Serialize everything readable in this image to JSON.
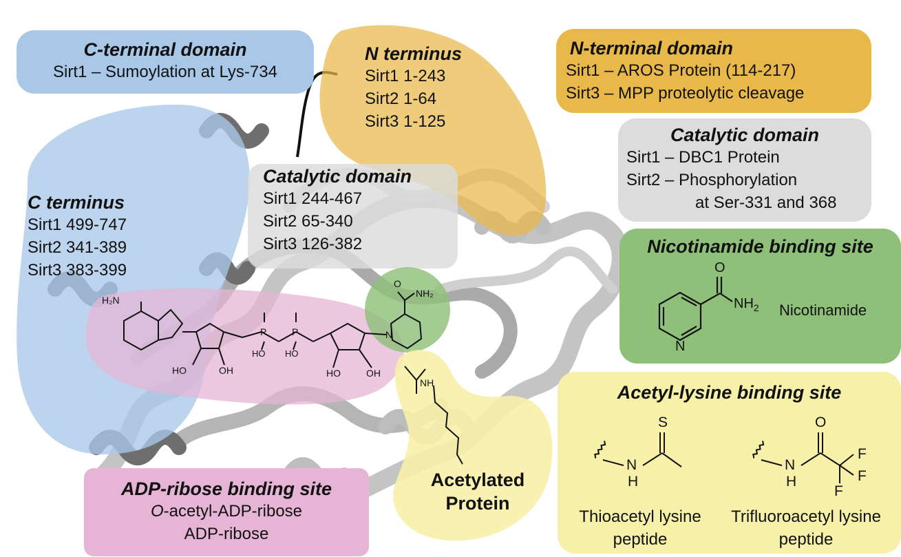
{
  "colors": {
    "blue": "#a9c8e8",
    "orange": "#e8b94a",
    "gray": "#dcdcdc",
    "green": "#8fc07a",
    "yellow": "#f7f0a8",
    "pink": "#e6b5d6",
    "protein": "#b9b9b9",
    "protein_dark": "#5a5a5a"
  },
  "protein_regions": {
    "c_terminus": {
      "title": "C  terminus",
      "lines": [
        "Sirt1 499-747",
        "Sirt2 341-389",
        "Sirt3 383-399"
      ]
    },
    "n_terminus": {
      "title": "N  terminus",
      "lines": [
        "Sirt1 1-243",
        "Sirt2 1-64",
        "Sirt3 1-125"
      ]
    },
    "catalytic": {
      "title": "Catalytic domain",
      "lines": [
        "Sirt1 244-467",
        "Sirt2 65-340",
        "Sirt3 126-382"
      ]
    }
  },
  "panels": {
    "c_terminal_domain": {
      "title": "C-terminal domain",
      "lines": [
        "Sirt1 – Sumoylation at Lys-734"
      ]
    },
    "n_terminal_domain": {
      "title": "N-terminal domain",
      "lines": [
        "Sirt1 – AROS Protein (114-217)",
        "Sirt3 – MPP proteolytic cleavage"
      ]
    },
    "catalytic_domain": {
      "title": "Catalytic domain",
      "lines": [
        "Sirt1 – DBC1 Protein",
        "Sirt2 – Phosphorylation",
        "at Ser-331 and 368"
      ]
    },
    "nicotinamide_site": {
      "title": "Nicotinamide binding site",
      "compound": "Nicotinamide",
      "atom_o": "O",
      "atom_nh2": "NH",
      "atom_sub": "2",
      "atom_n": "N"
    },
    "acetyl_lysine_site": {
      "title": "Acetyl-lysine binding site",
      "left_name": "Thioacetyl lysine",
      "left_name2": "peptide",
      "right_name": "Trifluoroacetyl lysine",
      "right_name2": "peptide",
      "atom_s": "S",
      "atom_o": "O",
      "atom_n": "N",
      "atom_h": "H",
      "atom_f": "F"
    },
    "adp_ribose_site": {
      "title": "ADP-ribose binding site",
      "line1_italic": "O",
      "line1_rest": "-acetyl-ADP-ribose",
      "line2": "ADP-ribose"
    }
  },
  "acetylated_protein": {
    "line1": "Acetylated",
    "line2": "Protein"
  },
  "ligand_labels": {
    "h2n": "H₂N",
    "conh2_o": "O",
    "conh2_nh2": "NH₂",
    "n": "N",
    "o": "O",
    "p": "P",
    "ho": "HO",
    "oh": "OH",
    "nh": "NH"
  }
}
